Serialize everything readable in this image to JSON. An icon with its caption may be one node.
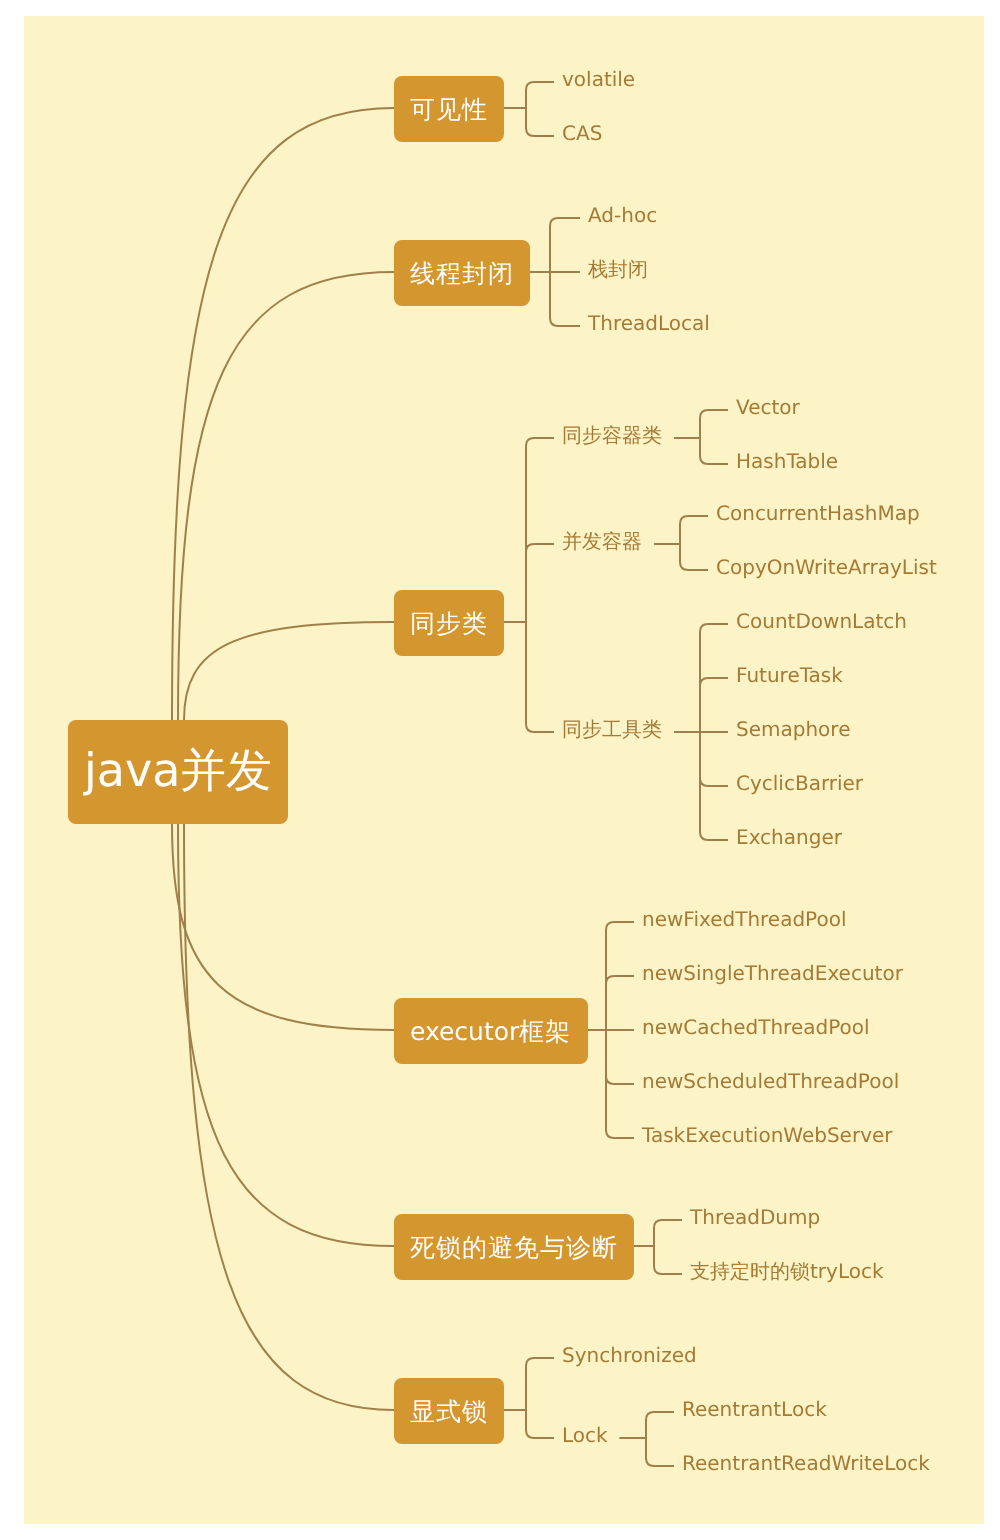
{
  "diagram": {
    "nodes": [
      {
        "text": [
          "java并发"
        ]
      },
      {
        "text": [
          "可见性"
        ]
      },
      {
        "text": [
          "volatile"
        ]
      },
      {
        "text": [
          "CAS"
        ]
      },
      {
        "text": [
          "线程封闭"
        ]
      },
      {
        "text": [
          "Ad-hoc"
        ]
      },
      {
        "text": [
          "栈封闭"
        ]
      },
      {
        "text": [
          "ThreadLocal"
        ]
      },
      {
        "text": [
          "同步类"
        ]
      },
      {
        "text": [
          "同步容器类"
        ]
      },
      {
        "text": [
          "Vector"
        ]
      },
      {
        "text": [
          "HashTable"
        ]
      },
      {
        "text": [
          "并发容器"
        ]
      },
      {
        "text": [
          "ConcurrentHashMap"
        ]
      },
      {
        "text": [
          "CopyOnWriteArrayList"
        ]
      },
      {
        "text": [
          "同步工具类"
        ]
      },
      {
        "text": [
          "CountDownLatch"
        ]
      },
      {
        "text": [
          "FutureTask"
        ]
      },
      {
        "text": [
          "Semaphore"
        ]
      },
      {
        "text": [
          "CyclicBarrier"
        ]
      },
      {
        "text": [
          "Exchanger"
        ]
      },
      {
        "text": [
          "executor框架"
        ]
      },
      {
        "text": [
          "newFixedThreadPool"
        ]
      },
      {
        "text": [
          "newSingleThreadExecutor"
        ]
      },
      {
        "text": [
          "newCachedThreadPool"
        ]
      },
      {
        "text": [
          "newScheduledThreadPool"
        ]
      },
      {
        "text": [
          "TaskExecutionWebServer"
        ]
      },
      {
        "text": [
          "死锁的避免与诊断"
        ]
      },
      {
        "text": [
          "ThreadDump"
        ]
      },
      {
        "text": [
          "支持定时的锁tryLock"
        ]
      },
      {
        "text": [
          "显式锁"
        ]
      },
      {
        "text": [
          "Synchronized"
        ]
      },
      {
        "text": [
          "Lock"
        ]
      },
      {
        "text": [
          "ReentrantLock"
        ]
      },
      {
        "text": [
          "ReentrantReadWriteLock"
        ]
      }
    ],
    "edges": [
      {
        "from": 0,
        "to": 1,
        "arrow": "none"
      },
      {
        "from": 0,
        "to": 4,
        "arrow": "none"
      },
      {
        "from": 0,
        "to": 8,
        "arrow": "none"
      },
      {
        "from": 0,
        "to": 21,
        "arrow": "none"
      },
      {
        "from": 0,
        "to": 27,
        "arrow": "none"
      },
      {
        "from": 0,
        "to": 30,
        "arrow": "none"
      },
      {
        "from": 1,
        "to": 2,
        "arrow": "none"
      },
      {
        "from": 1,
        "to": 3,
        "arrow": "none"
      },
      {
        "from": 4,
        "to": 5,
        "arrow": "none"
      },
      {
        "from": 4,
        "to": 6,
        "arrow": "none"
      },
      {
        "from": 4,
        "to": 7,
        "arrow": "none"
      },
      {
        "from": 8,
        "to": 9,
        "arrow": "none"
      },
      {
        "from": 8,
        "to": 12,
        "arrow": "none"
      },
      {
        "from": 8,
        "to": 15,
        "arrow": "none"
      },
      {
        "from": 9,
        "to": 10,
        "arrow": "none"
      },
      {
        "from": 9,
        "to": 11,
        "arrow": "none"
      },
      {
        "from": 12,
        "to": 13,
        "arrow": "none"
      },
      {
        "from": 12,
        "to": 14,
        "arrow": "none"
      },
      {
        "from": 15,
        "to": 16,
        "arrow": "none"
      },
      {
        "from": 15,
        "to": 17,
        "arrow": "none"
      },
      {
        "from": 15,
        "to": 18,
        "arrow": "none"
      },
      {
        "from": 15,
        "to": 19,
        "arrow": "none"
      },
      {
        "from": 15,
        "to": 20,
        "arrow": "none"
      },
      {
        "from": 21,
        "to": 22,
        "arrow": "none"
      },
      {
        "from": 21,
        "to": 23,
        "arrow": "none"
      },
      {
        "from": 21,
        "to": 24,
        "arrow": "none"
      },
      {
        "from": 21,
        "to": 25,
        "arrow": "none"
      },
      {
        "from": 21,
        "to": 26,
        "arrow": "none"
      },
      {
        "from": 27,
        "to": 28,
        "arrow": "none"
      },
      {
        "from": 27,
        "to": 29,
        "arrow": "none"
      },
      {
        "from": 30,
        "to": 31,
        "arrow": "none"
      },
      {
        "from": 30,
        "to": 32,
        "arrow": "none"
      },
      {
        "from": 32,
        "to": 33,
        "arrow": "none"
      },
      {
        "from": 32,
        "to": 34,
        "arrow": "none"
      }
    ]
  }
}
